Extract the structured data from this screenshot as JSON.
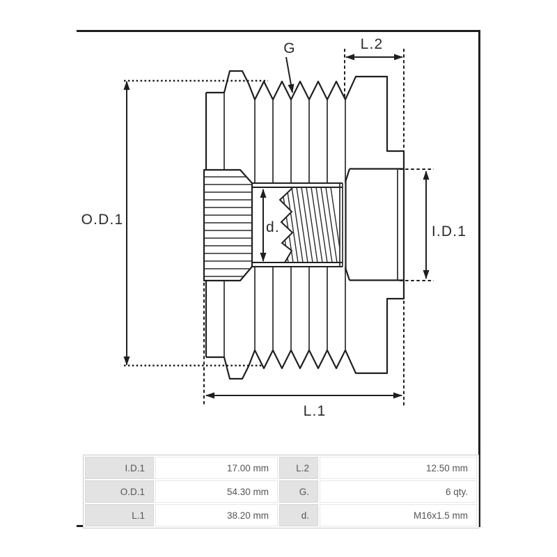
{
  "drawing": {
    "labels": {
      "od1": "O.D.1",
      "g": "G",
      "l2": "L.2",
      "id1": "I.D.1",
      "d": "d.",
      "l1": "L.1"
    }
  },
  "spec_table": {
    "rows": [
      {
        "label1": "I.D.1",
        "value1": "17.00 mm",
        "label2": "L.2",
        "value2": "12.50 mm"
      },
      {
        "label1": "O.D.1",
        "value1": "54.30 mm",
        "label2": "G.",
        "value2": "6 qty."
      },
      {
        "label1": "L.1",
        "value1": "38.20 mm",
        "label2": "d.",
        "value2": "M16x1.5 mm"
      }
    ]
  },
  "colors": {
    "line": "#1f1f1f",
    "frame": "#1f1f1f",
    "label_cell_bg": "#e3e3e3",
    "table_border": "#c9c9c9",
    "table_text": "#555555"
  }
}
